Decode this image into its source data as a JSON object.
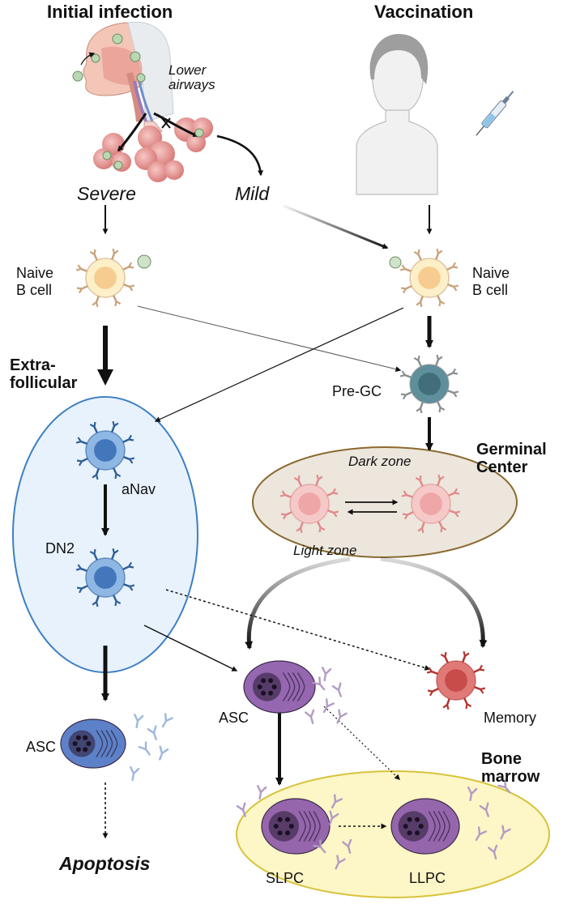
{
  "headers": {
    "initial_infection": "Initial infection",
    "vaccination": "Vaccination"
  },
  "infection": {
    "lower_airways": "Lower\nairways",
    "severe": "Severe",
    "mild": "Mild"
  },
  "cells": {
    "naive_left": "Naive\nB cell",
    "naive_right": "Naive\nB cell",
    "pre_gc": "Pre-GC",
    "anav": "aNav",
    "dn2": "DN2",
    "asc_left": "ASC",
    "asc_center": "ASC",
    "memory": "Memory",
    "slpc": "SLPC",
    "llpc": "LLPC"
  },
  "regions": {
    "extrafollicular": "Extra-\nfollicular",
    "germinal_center": "Germinal\nCenter",
    "dark_zone": "Dark zone",
    "light_zone": "Light zone",
    "bone_marrow": "Bone\nmarrow"
  },
  "outcome": {
    "apoptosis": "Apoptosis"
  },
  "colors": {
    "naive_fill": "#fdf0c8",
    "naive_nucleus": "#f7c98e",
    "pregc_fill": "#5e8f9a",
    "pregc_nucleus": "#3f6d78",
    "blue_fill": "#8fb7e4",
    "blue_nucleus": "#3f73b8",
    "gc_fill": "#f6c9c9",
    "gc_nucleus": "#eea4a4",
    "memory_fill": "#e07a78",
    "memory_nucleus": "#c54a48",
    "plasma_purple": "#8a56a8",
    "plasma_blue": "#4b73c2",
    "extrafollicular_bg": "#e8f2fc",
    "extrafollicular_border": "#3d7fc4",
    "gc_bg": "#ece6dd",
    "gc_border": "#8a6a30",
    "marrow_bg": "#fdf6c6",
    "marrow_border": "#d7c33a"
  }
}
